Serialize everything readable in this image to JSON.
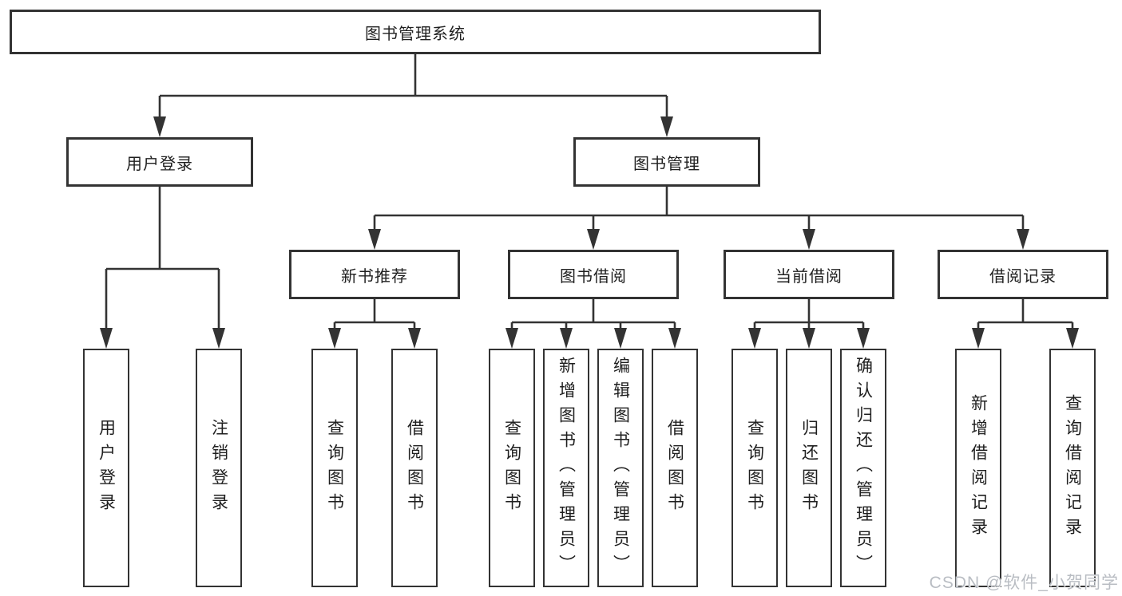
{
  "diagram": {
    "title_node": "图书管理系统",
    "level2": [
      "用户登录",
      "图书管理"
    ],
    "level3": [
      "新书推荐",
      "图书借阅",
      "当前借阅",
      "借阅记录"
    ],
    "leaves": {
      "user_login": [
        "用户登录",
        "注销登录"
      ],
      "new_book_rec": [
        "查询图书",
        "借阅图书"
      ],
      "book_borrow": [
        "查询图书",
        "新增图书（管理员）",
        "编辑图书（管理员）",
        "借阅图书"
      ],
      "current_borrow": [
        "查询图书",
        "归还图书",
        "确认归还（管理员）"
      ],
      "borrow_records": [
        "新增借阅记录",
        "查询借阅记录"
      ]
    }
  },
  "watermark": "CSDN @软件_小贺同学",
  "colors": {
    "line": "#333333",
    "text": "#1f1f1f",
    "watermark": "#b9bdc3"
  }
}
